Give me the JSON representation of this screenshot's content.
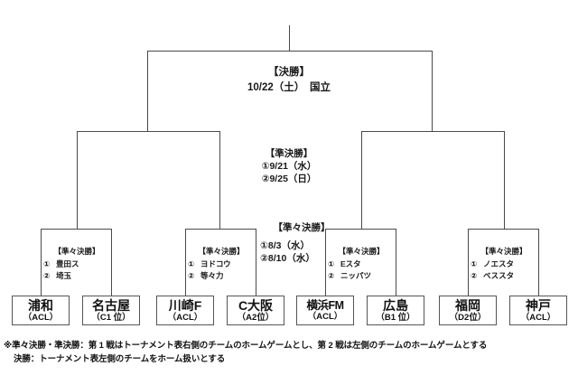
{
  "bracket": {
    "final": {
      "title": "【決勝】",
      "line1": "10/22（土）　国立"
    },
    "semifinal": {
      "title": "【準決勝】",
      "line1": "①9/21（水）",
      "line2": "②9/25（日）"
    },
    "quarterfinal_dates": {
      "title": "【準々決勝】",
      "line1": "①8/3（水）",
      "line2": "②8/10（水）"
    },
    "quarterfinal_venues": [
      {
        "title": "【準々決勝】",
        "rows": [
          {
            "num": "①",
            "venue": "豊田ス"
          },
          {
            "num": "②",
            "venue": "埼玉"
          }
        ]
      },
      {
        "title": "【準々決勝】",
        "rows": [
          {
            "num": "①",
            "venue": "ヨドコウ"
          },
          {
            "num": "②",
            "venue": "等々力"
          }
        ]
      },
      {
        "title": "【準々決勝】",
        "rows": [
          {
            "num": "①",
            "venue": "Eスタ"
          },
          {
            "num": "②",
            "venue": "ニッパツ"
          }
        ]
      },
      {
        "title": "【準々決勝】",
        "rows": [
          {
            "num": "①",
            "venue": "ノエスタ"
          },
          {
            "num": "②",
            "venue": "ベススタ"
          }
        ]
      }
    ],
    "teams": [
      {
        "name": "浦和",
        "rank": "（ACL）"
      },
      {
        "name": "名古屋",
        "rank": "（C1 位）"
      },
      {
        "name": "川崎F",
        "rank": "（ACL）"
      },
      {
        "name": "C大阪",
        "rank": "（A2位）"
      },
      {
        "name": "横浜FM",
        "rank": "（ACL）"
      },
      {
        "name": "広島",
        "rank": "（B1 位）"
      },
      {
        "name": "福岡",
        "rank": "（D2位）"
      },
      {
        "name": "神戸",
        "rank": "（ACL）"
      }
    ]
  },
  "footnotes": {
    "line1": "※準々決勝・準決勝：第 1 戦はトーナメント表右側のチームのホームゲームとし、第 2 戦は左側のチームのホームゲームとする",
    "line2": "決勝：トーナメント表左側のチームをホーム扱いとする"
  },
  "colors": {
    "line": "#4a4a4a",
    "box_border": "#555555",
    "text": "#111111",
    "background": "#ffffff"
  }
}
